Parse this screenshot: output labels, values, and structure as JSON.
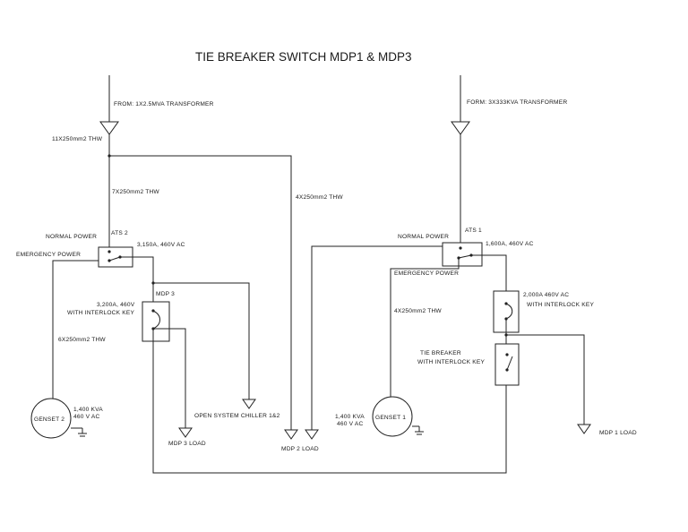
{
  "title": "TIE BREAKER SWITCH MDP1 & MDP3",
  "labels": {
    "from_left": "FROM: 1X2.5MVA TRANSFORMER",
    "from_right": "FORM: 3X333KVA TRANSFORMER",
    "cable_11x": "11X250mm2 THW",
    "cable_7x": "7X250mm2 THW",
    "cable_4x_top": "4X250mm2 THW",
    "cable_4x_right": "4X250mm2 THW",
    "cable_6x": "6X250mm2 THW",
    "normal_power_left": "NORMAL POWER",
    "normal_power_right": "NORMAL POWER",
    "emergency_power_left": "EMERGENCY POWER",
    "emergency_power_right": "EMERGENCY POWER",
    "ats2": "ATS 2",
    "ats1": "ATS 1",
    "ats2_rating": "3,150A, 460V AC",
    "ats1_rating": "1,600A, 460V AC",
    "mdp3": "MDP 3",
    "breaker_3200_line1": "3,200A, 460V",
    "breaker_3200_line2": "WITH INTERLOCK KEY",
    "breaker_2000_line1": "2,000A 460V AC",
    "breaker_2000_line2": "WITH INTERLOCK KEY",
    "tie_breaker_line1": "TIE BREAKER",
    "tie_breaker_line2": "WITH INTERLOCK KEY",
    "genset2": "GENSET 2",
    "genset1": "GENSET 1",
    "genset2_rating_line1": "1,400 KVA",
    "genset2_rating_line2": "460 V AC",
    "genset1_rating_line1": "1,400 KVA",
    "genset1_rating_line2": "460 V AC",
    "chiller": "OPEN SYSTEM CHILLER 1&2",
    "mdp3_load": "MDP 3 LOAD",
    "mdp2_load": "MDP 2 LOAD",
    "mdp1_load": "MDP 1 LOAD"
  }
}
